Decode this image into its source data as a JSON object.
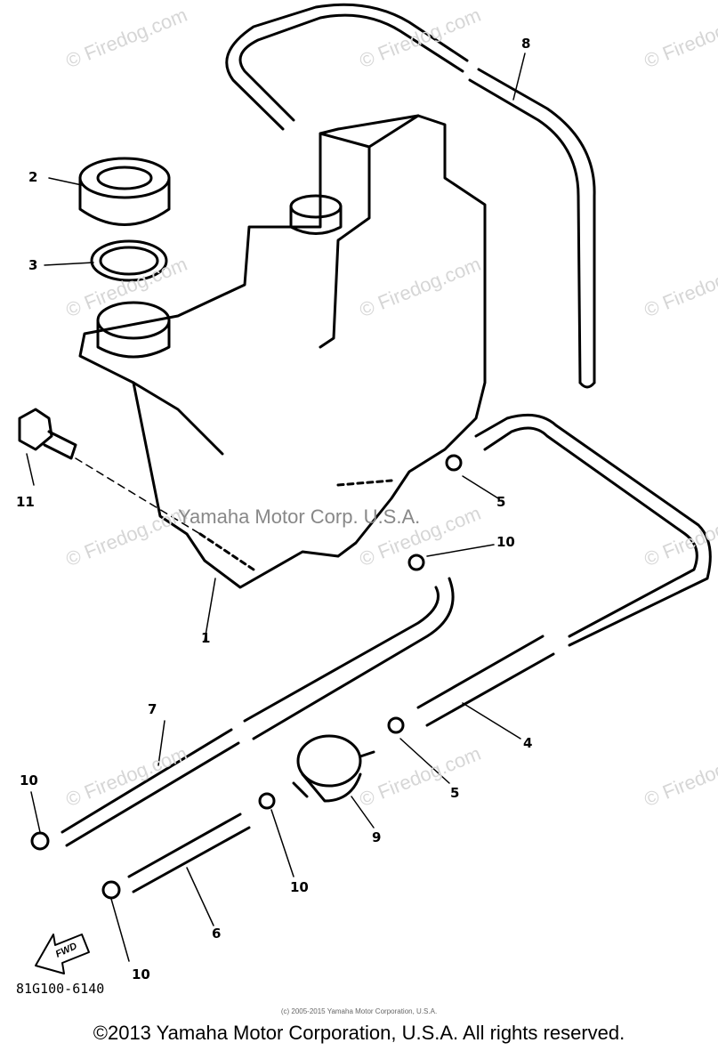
{
  "watermark": "© Firedog.com",
  "overlay_text": "Yamaha Motor Corp. U.S.A.",
  "callouts": [
    "8",
    "2",
    "3",
    "11",
    "1",
    "5",
    "10",
    "7",
    "4",
    "10",
    "5",
    "9",
    "10",
    "6",
    "10"
  ],
  "fwd_label": "FWD",
  "part_code": "81G100-6140",
  "small_copyright": "(c) 2005-2015 Yamaha Motor Corporation, U.S.A.",
  "copyright": "©2013 Yamaha Motor Corporation, U.S.A. All rights reserved."
}
